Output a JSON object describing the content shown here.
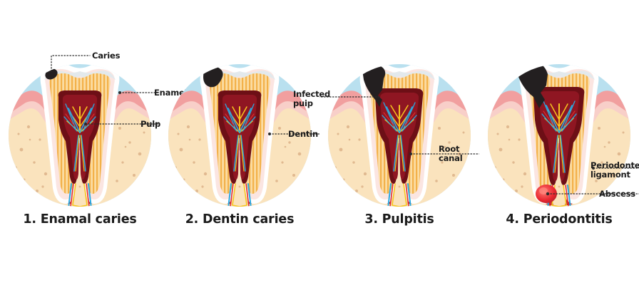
{
  "figure": {
    "title_visible": false,
    "background_color": "#ffffff",
    "panel_count": 4
  },
  "palette": {
    "circle_bg": "#b9e0ef",
    "enamel": "#ffffff",
    "enamel_shade": "#e3e9ec",
    "dentin": "#fbdca2",
    "dentin_stripe": "#f2a93b",
    "pulp_chamber": "#6d0f16",
    "pulp_inner": "#8f1622",
    "gum_outer": "#f19f9f",
    "gum_inner": "#f8cfc9",
    "bone": "#fae3bd",
    "bone_speck": "#d8ab82",
    "ligament": "#b8232c",
    "caries_spot": "#231f20",
    "abscess": "#e8262f",
    "nerve_yellow": "#f6c51f",
    "vessel_blue": "#2aa9e0",
    "vessel_red": "#e02d2d",
    "label_text": "#1b1b1b",
    "leader_line": "#2b2b2b"
  },
  "panels": [
    {
      "id": "panel-1",
      "caption": "1. Enamal caries",
      "stage": "enamel caries",
      "labels": [
        {
          "name": "caries",
          "text": "Caries",
          "side": "right"
        },
        {
          "name": "enamel",
          "text": "Enamel",
          "side": "right"
        },
        {
          "name": "pulp",
          "text": "Pulp",
          "side": "right"
        }
      ]
    },
    {
      "id": "panel-2",
      "caption": "2. Dentin caries",
      "stage": "dentin caries",
      "labels": [
        {
          "name": "dentin",
          "text": "Dentin",
          "side": "right"
        }
      ]
    },
    {
      "id": "panel-3",
      "caption": "3. Pulpitis",
      "stage": "pulpitis",
      "labels": [
        {
          "name": "infected-pulp",
          "text": "Infected\npuip",
          "side": "left"
        },
        {
          "name": "root-canal",
          "text": "Root\ncanal",
          "side": "right"
        }
      ]
    },
    {
      "id": "panel-4",
      "caption": "4. Periodontitis",
      "stage": "periodontitis",
      "labels": [
        {
          "name": "periodontal-ligament",
          "text": "Periodontel\nligamont",
          "side": "right"
        },
        {
          "name": "abscess",
          "text": "Abscess",
          "side": "right"
        }
      ]
    }
  ]
}
